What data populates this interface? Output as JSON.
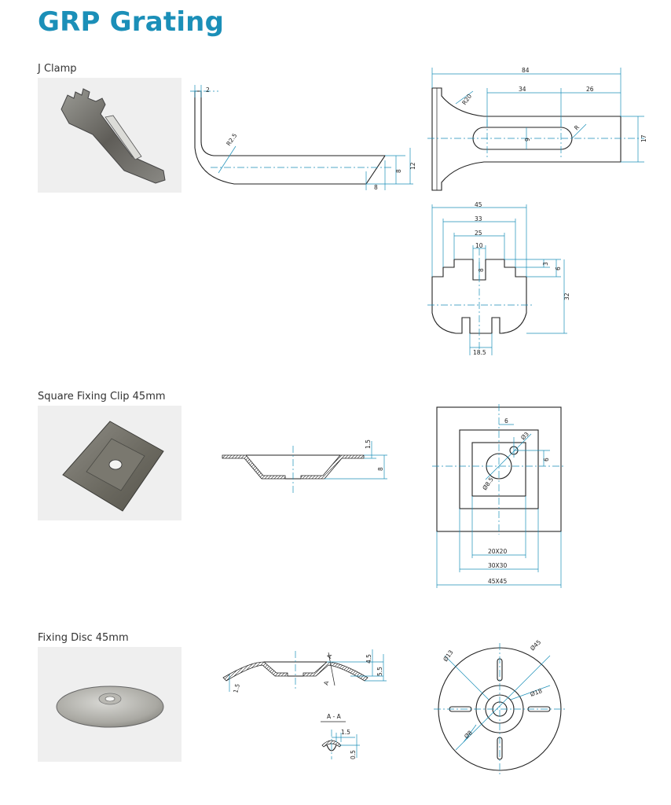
{
  "page": {
    "title": "GRP Grating"
  },
  "sections": [
    {
      "label": "J Clamp",
      "photo_icon": "j-clamp-photo",
      "dims": {
        "side": [
          "2",
          "R2.5",
          "8",
          "12",
          "8"
        ],
        "top": [
          "84",
          "34",
          "26",
          "R20",
          "R",
          "9",
          "17"
        ],
        "front": [
          "45",
          "33",
          "25",
          "10",
          "8",
          "3",
          "6",
          "32",
          "18.5"
        ]
      }
    },
    {
      "label": "Square Fixing Clip 45mm",
      "photo_icon": "square-clip-photo",
      "dims": {
        "side": [
          "1.5",
          "8"
        ],
        "top": [
          "6",
          "Ø3",
          "6",
          "Ø8.5",
          "20X20",
          "30X30",
          "45X45"
        ]
      }
    },
    {
      "label": "Fixing Disc 45mm",
      "photo_icon": "fixing-disc-photo",
      "dims": {
        "side": [
          "4.5",
          "5.5",
          "1.5",
          "A",
          "A"
        ],
        "section": [
          "A - A",
          "1.5",
          "0.5"
        ],
        "top": [
          "Ø13",
          "Ø45",
          "Ø18",
          "Ø8"
        ]
      }
    }
  ]
}
